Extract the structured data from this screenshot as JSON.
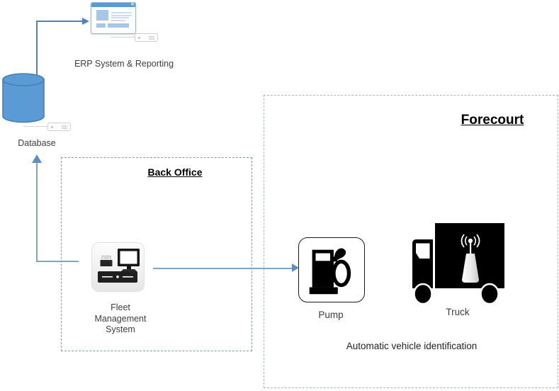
{
  "zones": {
    "back_office": {
      "title": "Back Office"
    },
    "forecourt": {
      "title": "Forecourt",
      "caption": "Automatic vehicle identification"
    }
  },
  "nodes": {
    "erp": {
      "label": "ERP System & Reporting",
      "icon": "browser-window-icon",
      "close_glyph": "✕"
    },
    "database": {
      "label": "Database",
      "icon": "database-cylinder-icon"
    },
    "fleet": {
      "label_line1": "Fleet",
      "label_line2": "Management",
      "label_line3": "System",
      "icon": "pos-terminal-icon"
    },
    "pump": {
      "label": "Pump",
      "icon": "fuel-pump-icon"
    },
    "truck": {
      "label": "Truck",
      "icon": "truck-antenna-icon"
    }
  },
  "edges": [
    {
      "from": "database",
      "to": "erp",
      "style": "solid-arrow"
    },
    {
      "from": "fleet",
      "to": "database",
      "style": "solid-arrow"
    },
    {
      "from": "fleet",
      "to": "pump",
      "style": "solid-arrow"
    }
  ],
  "colors": {
    "node_blue": "#5b9bd5",
    "arrow_strong": "#4f81bd",
    "arrow_light": "#7ea6c6",
    "arrow_head": "#5d8fc0",
    "back_office_border": "#7e99ac",
    "forecourt_border": "#a2b7c6",
    "label_text": "#3d3d3d"
  }
}
